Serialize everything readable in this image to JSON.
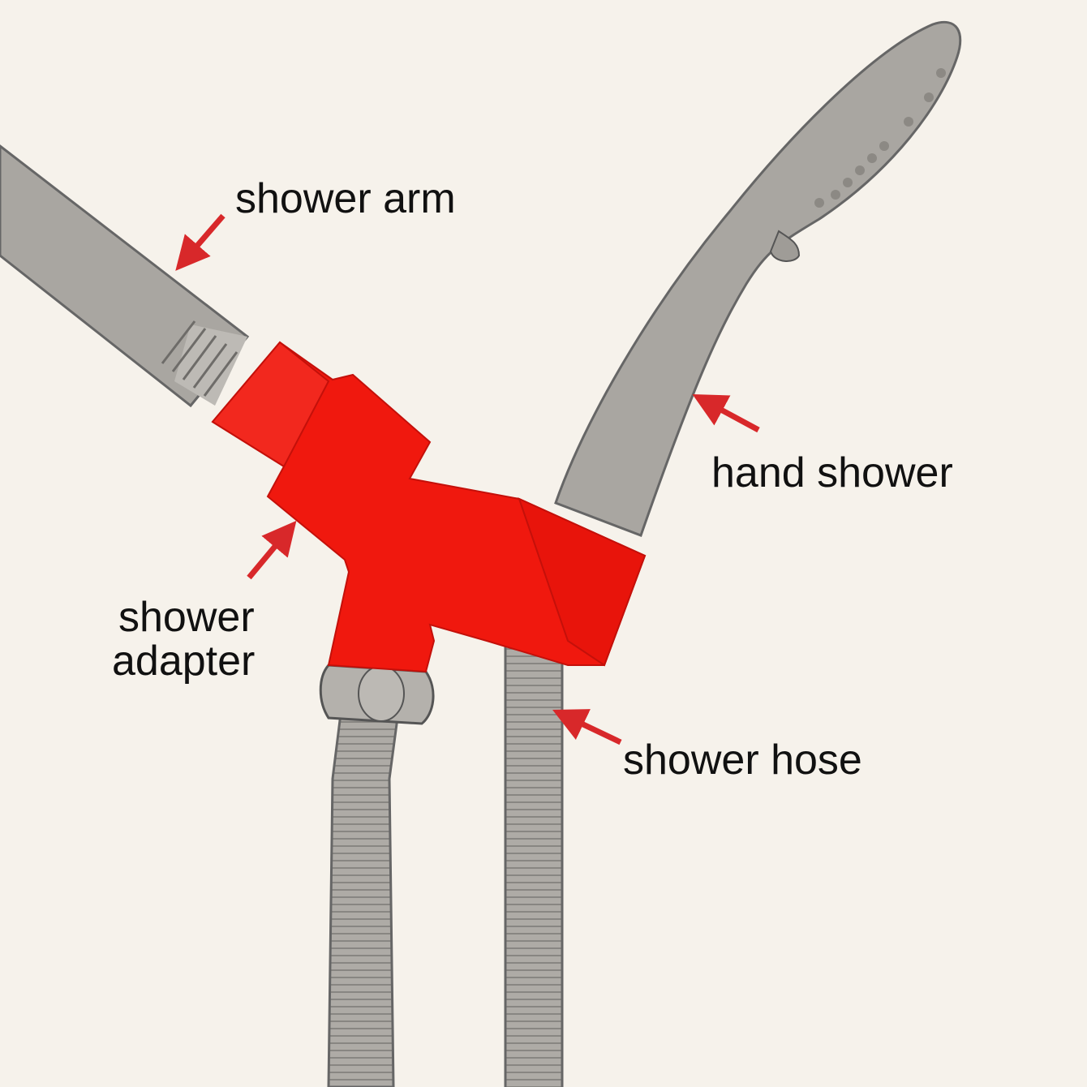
{
  "labels": {
    "shower_arm": "shower arm",
    "hand_shower": "hand shower",
    "shower_adapter_line1": "shower",
    "shower_adapter_line2": "adapter",
    "shower_hose": "shower hose"
  },
  "colors": {
    "background": "#f6f2eb",
    "adapter": "#f0180e",
    "metal": "#a9a6a1",
    "arrow": "#d8282a",
    "outline": "#555555"
  }
}
